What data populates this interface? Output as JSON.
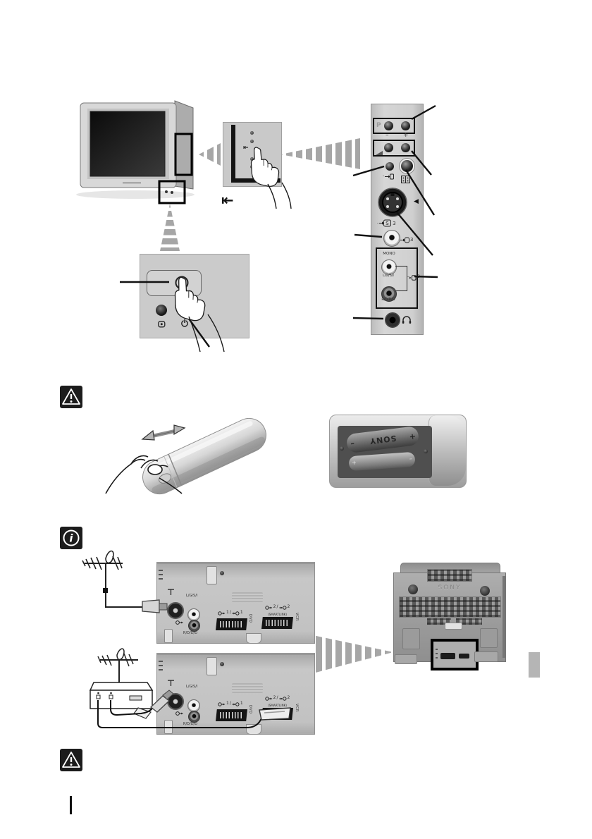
{
  "page": {
    "background": "#ffffff"
  },
  "colors": {
    "beam": "#a6a6a6",
    "panel_gray": "#cdcdcd",
    "highlight_box": "#000000",
    "icon_bg": "#1c1c1c"
  },
  "icons": {
    "warning_icon": "triangle-exclamation",
    "info_icon": "circle-i",
    "info_glyph": "i"
  },
  "controls_figure": {
    "door_open_symbol": "⇤",
    "door_panel": {
      "button_symbol": "⇤"
    },
    "side_panel": {
      "program_label": "P",
      "program_minus": "–",
      "program_plus": "+",
      "input_prefix": "-",
      "svideo_arrow": "◀",
      "svideo_prefix": "-",
      "svideo_letter": "S",
      "svideo_number": "3",
      "video_number": "3",
      "audio_mono_label": "MONO",
      "audio_left_label": "L/G/S/I",
      "audio_prefix": "-",
      "audio_number": "3",
      "audio_right_label": "R/D/D/D"
    }
  },
  "battery_figure": {
    "battery_brand": "SONY",
    "battery_plus": "+",
    "battery_minus": "–"
  },
  "connections_figure": {
    "rear_panel": {
      "antenna_symbol": "⊤",
      "audio_left_label": "L/G/S/I",
      "audio_right_label": "R/D/D/D",
      "scart1": {
        "out_number": "1",
        "slash": "/",
        "in_number": "1",
        "device_tag": "DVD"
      },
      "scart2": {
        "out_number": "2",
        "slash": "/",
        "in_number": "2",
        "sub_label": "(SMARTLINK)",
        "device_tag": "VCR"
      }
    },
    "rear_tv": {
      "brand": "SONY"
    }
  }
}
